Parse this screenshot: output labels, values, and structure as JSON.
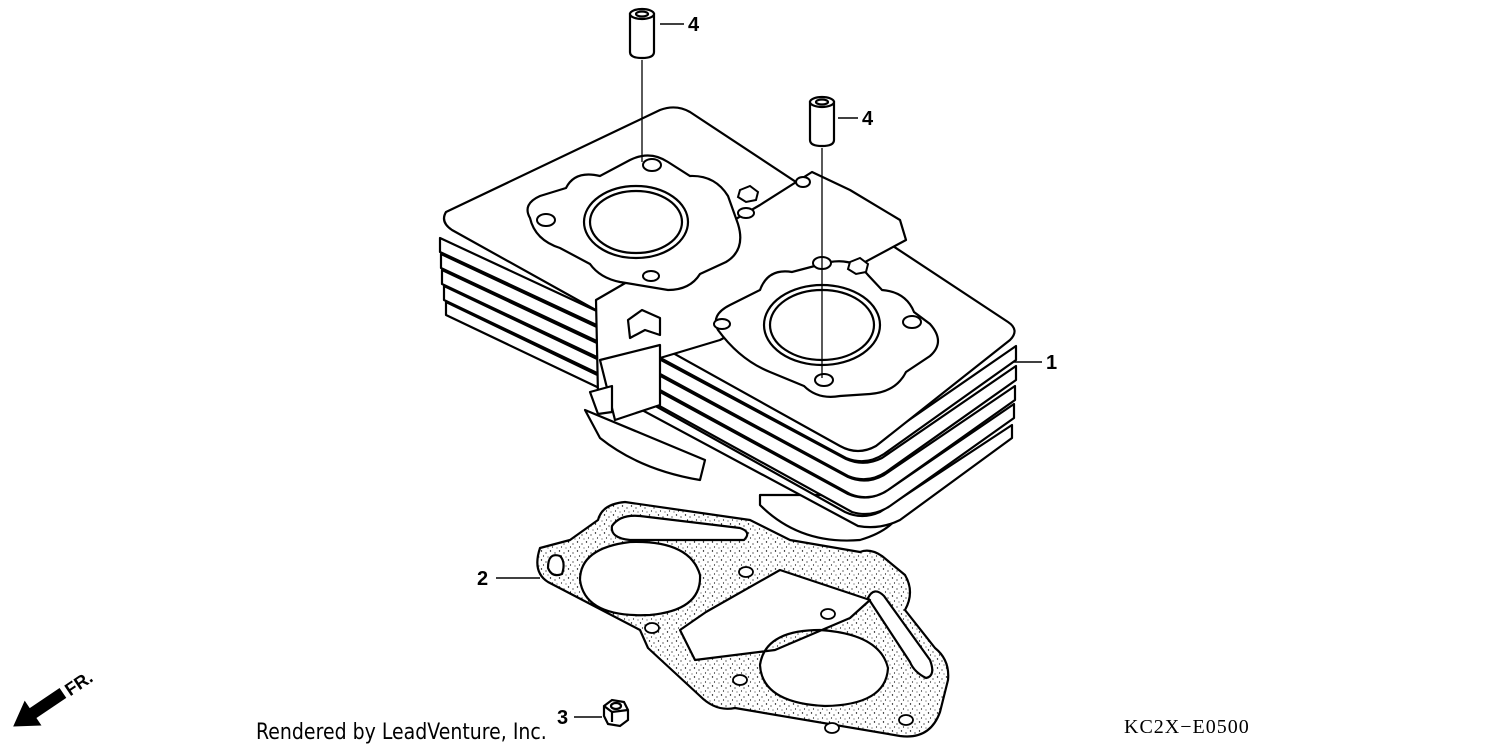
{
  "callouts": {
    "cylinder": "1",
    "gasket": "2",
    "nut": "3",
    "dowel_left": "4",
    "dowel_right": "4"
  },
  "direction": {
    "label": "FR.",
    "icon": "front-direction-arrow-icon"
  },
  "footer": {
    "credit": "Rendered by LeadVenture, Inc.",
    "diagram_code": "KC2X−E0500"
  }
}
